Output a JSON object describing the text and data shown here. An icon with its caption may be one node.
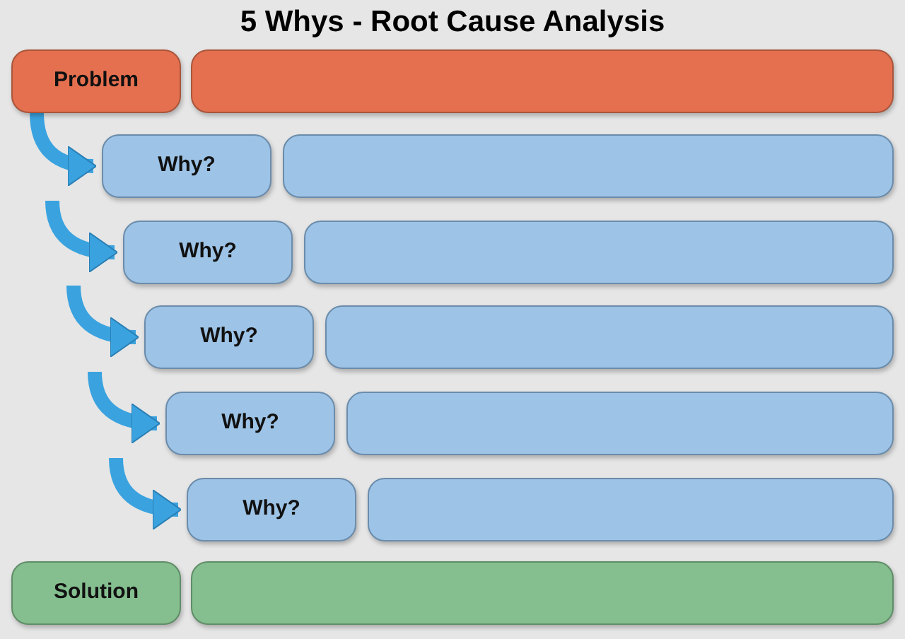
{
  "diagram": {
    "title": "5 Whys - Root Cause Analysis",
    "nodes": [
      {
        "text": [
          "Problem"
        ]
      },
      {
        "text": [],
        "shape": "box"
      },
      {
        "text": [
          "Why?"
        ]
      },
      {
        "text": [],
        "shape": "box"
      },
      {
        "text": [
          "Why?"
        ]
      },
      {
        "text": [],
        "shape": "box"
      },
      {
        "text": [
          "Why?"
        ]
      },
      {
        "text": [],
        "shape": "box"
      },
      {
        "text": [
          "Why?"
        ]
      },
      {
        "text": [],
        "shape": "box"
      },
      {
        "text": [
          "Why?"
        ]
      },
      {
        "text": [],
        "shape": "box"
      },
      {
        "text": [
          "Solution"
        ]
      },
      {
        "text": [],
        "shape": "box"
      }
    ],
    "edges": [
      {
        "from": 0,
        "to": 2,
        "arrow": "to"
      },
      {
        "from": null,
        "to": 4,
        "arrow": "to"
      },
      {
        "from": null,
        "to": 6,
        "arrow": "to"
      },
      {
        "from": null,
        "to": 8,
        "arrow": "to"
      },
      {
        "from": null,
        "to": 10,
        "arrow": "to"
      }
    ]
  }
}
